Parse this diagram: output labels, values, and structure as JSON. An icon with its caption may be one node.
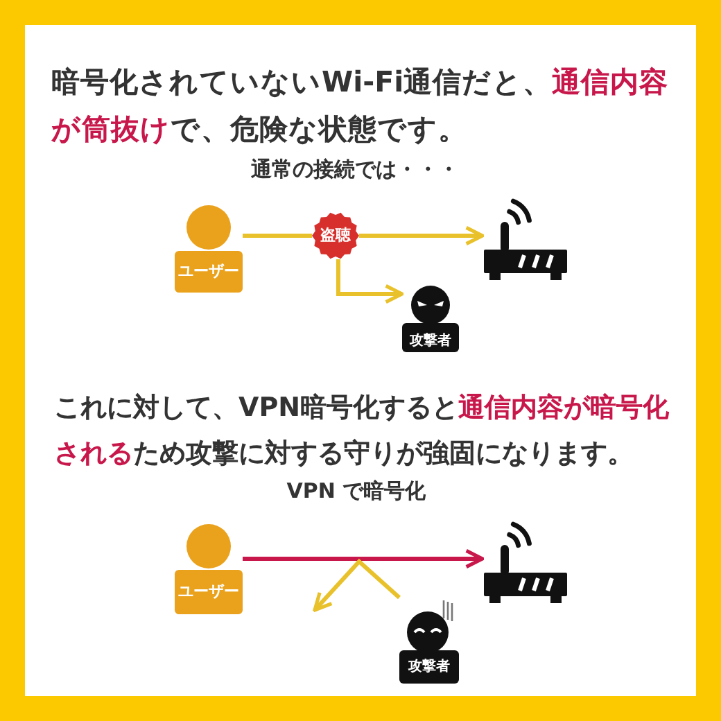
{
  "diagram": {
    "nodes": [
      {
        "text": [
          "ユーザー"
        ]
      },
      {
        "text": [
          "盗聴"
        ]
      },
      {
        "text": [],
        "shape": "picture"
      },
      {
        "text": [
          "攻撃者"
        ]
      },
      {
        "text": [
          "ユーザー"
        ]
      },
      {
        "text": [],
        "shape": "picture"
      },
      {
        "text": [
          "攻撃者"
        ]
      }
    ],
    "edges": [
      {
        "from": 0,
        "to": 1,
        "arrow": "none"
      },
      {
        "from": 1,
        "to": 2,
        "arrow": "to"
      },
      {
        "from": 1,
        "to": 3,
        "arrow": "to"
      },
      {
        "from": 4,
        "to": 5,
        "arrow": "to",
        "color": "#c8174a"
      },
      {
        "from": 6,
        "to": null,
        "arrow": "to"
      }
    ],
    "labels": [
      "暗号化されていないWi-Fi通信だと、**通信内容が筒抜け**で、危険な状態です。",
      "通常の接続では・・・",
      "これに対して、VPN暗号化すると**通信内容が暗号化される**ため攻撃に対する守りが強固になります。",
      "VPN で暗号化"
    ]
  }
}
